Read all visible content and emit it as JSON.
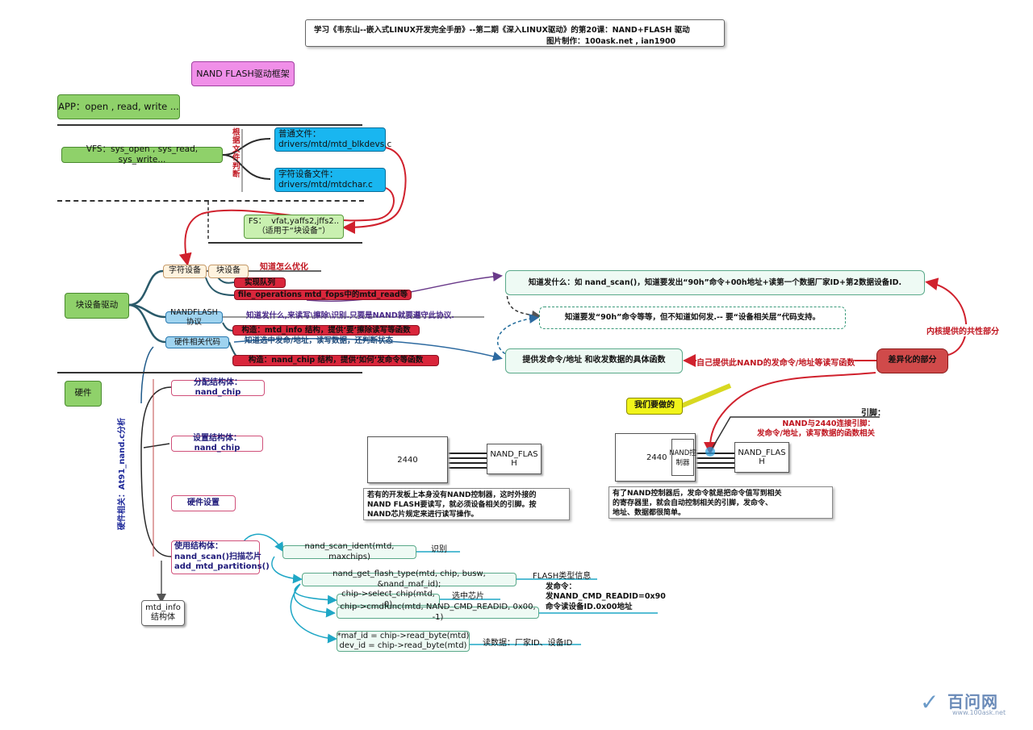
{
  "header": {
    "line1": "学习《韦东山--嵌入式LINUX开发完全手册》--第二期《深入LINUX驱动》的第20课：NAND+FLASH 驱动",
    "line2": "图片制作：100ask.net , ian1900"
  },
  "nodes": {
    "framework": "NAND FLASH驱动框架",
    "app": "APP：open , read, write ...",
    "vfs": "VFS：sys_open , sys_read, sys_write...",
    "vfs_label": "根据文件判断",
    "normal_file": "普通文件：\ndrivers/mtd/mtd_blkdevs.c",
    "char_file": "字符设备文件：\ndrivers/mtd/mtdchar.c",
    "fs": "FS：  vfat,yaffs2,jffs2..\n（适用于“块设备”）",
    "char_dev": "字符设备",
    "block_dev": "块设备",
    "know_optimize": "知道怎么优化",
    "impl_queue": "实现队列",
    "file_ops": "file_operations mtd_fops中的mtd_read等",
    "block_driver": "块设备驱动",
    "nand_protocol": "NANDFLASH 协议",
    "nand_protocol_desc": "知道发什么,来读写\\擦除\\识别.只要是NAND就要遵守此协议.",
    "mtd_info_build": "构造：mtd_info 结构，提供‘要’擦除读写等函数",
    "hw_code": "硬件相关代码",
    "hw_code_desc": "知道选中发命/地址，读写数据，还判断状态",
    "nand_chip_build": "构造：nand_chip 结构，提供‘如何’发命令等函数",
    "hardware": "硬件",
    "know_what": "知道发什么：如 nand_scan()，知道要发出“90h”命令+00h地址+读第一个数据厂家ID+第2数据设备ID.",
    "need_send": "知道要发“90h”命令等等，但不知道如何发.-- 要“设备相关层”代码支持。",
    "provide_func": "提供发命令/地址 和收发数据的具体函数",
    "kernel_common": "内核提供的共性部分",
    "own_provide": "自己提供此NAND的发命令/地址等读写函数",
    "diff_part": "差异化的部分",
    "we_do": "我们要做的",
    "pins": "引脚：",
    "pins_desc": "NAND与2440连接引脚：\n发命令/地址，读写数据的函数相关",
    "at91_label": "硬件相关：At91_nand.c分析",
    "alloc_chip": "分配结构体：nand_chip",
    "set_chip": "设置结构体：nand_chip",
    "hw_setup": "硬件设置",
    "use_chip": "使用结构体：\nnand_scan()扫描芯片\nadd_mtd_partitions()",
    "mtd_info_struct": "mtd_info\n结构体",
    "scan_ident": "nand_scan_ident(mtd, maxchips)",
    "ident_label": "识别",
    "get_flash_type": "nand_get_flash_type(mtd, chip, busw, &nand_maf_id);",
    "flash_type_label": "FLASH类型信息",
    "select_chip": "chip->select_chip(mtd, 0)",
    "select_label": "选中芯片",
    "cmdfunc": "chip->cmdfunc(mtd, NAND_CMD_READID, 0x00, -1)",
    "cmd_label": "发命令：\n发NAND_CMD_READID=0x90\n命令读设备ID.0x00地址",
    "read_byte": "*maf_id = chip->read_byte(mtd)\ndev_id = chip->read_byte(mtd)",
    "read_label": "读数据：厂家ID、设备ID"
  },
  "chips": {
    "left_2440": "2440",
    "left_nand": "NAND_FLAS\nH",
    "left_note": "若有的开发板上本身没有NAND控制器，这时外接的\nNAND FLASH要读写，就必须设备相关的引脚。按\nNAND芯片规定来进行读写操作。",
    "right_2440": "2440",
    "right_ctrl": "NAND控\n制器",
    "right_nand": "NAND_FLAS\nH",
    "right_note": "有了NAND控制器后，发命令就是把命令值写到相关\n的寄存器里，就会自动控制相关的引脚，发命令、\n地址、数据都很简单。"
  },
  "watermark": {
    "brand": "百问网",
    "url": "www.100ask.net"
  },
  "colors": {
    "arrow_red": "#d0212d",
    "arrow_blue": "#2d6aa0",
    "arrow_purple": "#6a3a8a",
    "arrow_cyan": "#1fa7c6"
  }
}
